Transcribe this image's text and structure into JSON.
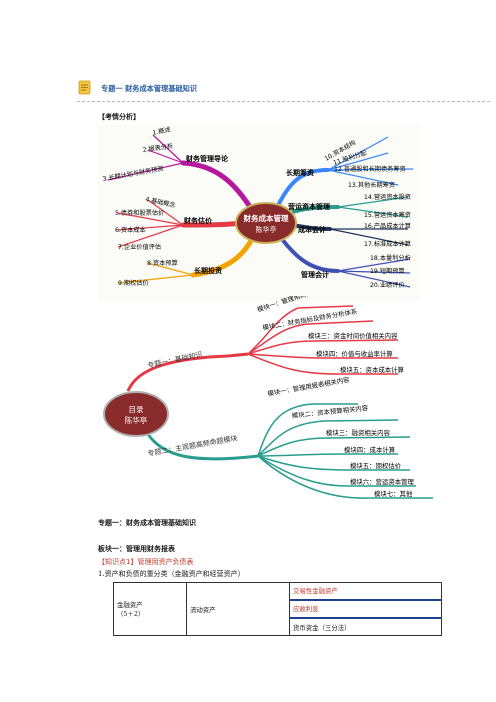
{
  "header": {
    "title": "专题一   财务成本管理基础知识"
  },
  "analysis_label": "【考情分析】",
  "mindmap1": {
    "center": "财务成本管理\n陈华亭",
    "center_line1": "财务成本管理",
    "center_line2": "陈华亭",
    "branches": [
      {
        "label": "财务管理导论",
        "items": [
          "1.概述",
          "2.报表分析",
          "3.长期计划与财务预测"
        ]
      },
      {
        "label": "财务估价",
        "items": [
          "4.基础概念",
          "5.债券和股票估价",
          "6.资本成本",
          "7.企业价值评估"
        ]
      },
      {
        "label": "长期投资",
        "items": [
          "8.资本预算",
          "9.期权估价"
        ]
      },
      {
        "label": "长期筹资",
        "items": [
          "10.资本结构",
          "11.股利分配",
          "12.普通股和长期债务筹资",
          "13.其他长期筹资"
        ]
      },
      {
        "label": "营运资本管理",
        "items": [
          "14.营运资本投资",
          "15.营运资本筹资"
        ]
      },
      {
        "label": "成本会计",
        "items": [
          "16.产品成本计算",
          "17.标准成本计算"
        ]
      },
      {
        "label": "管理会计",
        "items": [
          "18.本量利分析",
          "19.短期预算",
          "20.业绩评价"
        ]
      }
    ]
  },
  "mindmap2": {
    "center_line1": "目录",
    "center_line2": "陈华亭",
    "topic1": {
      "label": "专题一：基础知识",
      "modules": [
        "模块一：管理用财务报表",
        "模块二：财务指标及财务分析体系",
        "模块三：资金时间价值相关内容",
        "模块四：价值与收益率计算",
        "模块五：资本成本计算"
      ]
    },
    "topic2": {
      "label": "专题二：主观题高频命题模块",
      "modules": [
        "模块一：管理用报表相关内容",
        "模块二：资本预算相关内容",
        "模块三：融资相关内容",
        "模块四：成本计算",
        "模块五：期权估价",
        "模块六：营运资本管理",
        "模块七：其他"
      ]
    }
  },
  "body": {
    "topic_heading": "专题一：财务成本管理基础知识",
    "module_heading": "板块一：管理用财务报表",
    "knowledge_point": "【知识点1】管理用资产负债表",
    "point1": "1.资产和负债的重分类（金融资产和经营资产）"
  },
  "table": {
    "col1_line1": "金融资产",
    "col1_line2": "（5＋2）",
    "col2": "流动资产",
    "col3": [
      "交易性金融资产",
      "应收利息",
      "货币资金（三分法）"
    ]
  },
  "colors": {
    "title_blue": "#2a5d9f",
    "red": "#c0392b",
    "orange": "#e8a317",
    "center_bg": "#8a2b2b"
  }
}
